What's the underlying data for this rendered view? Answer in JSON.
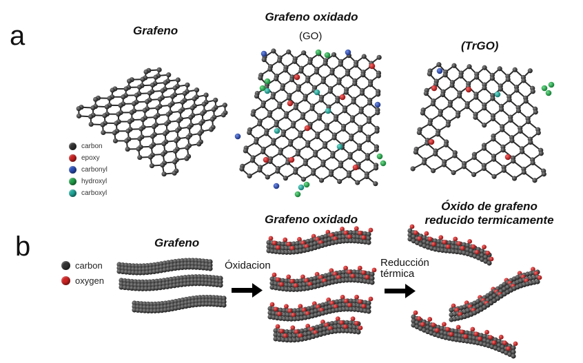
{
  "panel_a": {
    "letter": "a",
    "graphene_title": "Grafeno",
    "go_title": "Grafeno oxidado",
    "go_subtitle": "(GO)",
    "trgo_title": "(TrGO)",
    "legend": [
      {
        "label": "carbon",
        "color": "#333333"
      },
      {
        "label": "epoxy",
        "color": "#cc2222"
      },
      {
        "label": "carbonyl",
        "color": "#2a4fb8"
      },
      {
        "label": "hydroxyl",
        "color": "#22a04a"
      },
      {
        "label": "carboxyl",
        "color": "#1fa89a"
      }
    ]
  },
  "panel_b": {
    "letter": "b",
    "graphene_title": "Grafeno",
    "go_title": "Grafeno oxidado",
    "rgo_title_line1": "Óxido de grafeno",
    "rgo_title_line2": "reducido termicamente",
    "step1_label": "Óxidacion",
    "step2_label_line1": "Reducción",
    "step2_label_line2": "térmica",
    "legend": [
      {
        "label": "carbon",
        "color": "#333333"
      },
      {
        "label": "oxygen",
        "color": "#cc2222"
      }
    ]
  }
}
